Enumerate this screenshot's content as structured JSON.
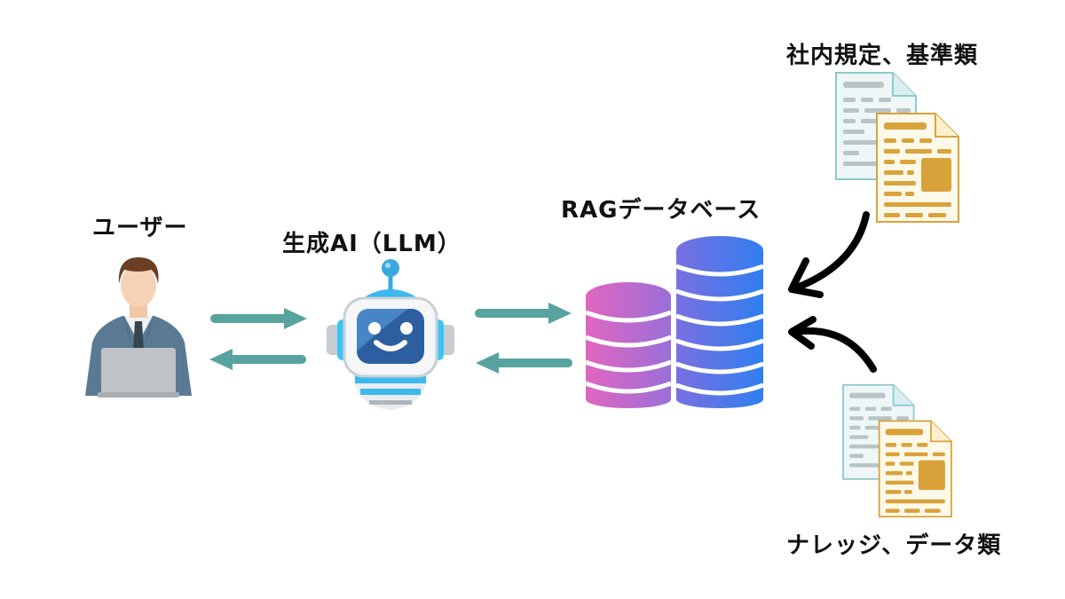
{
  "diagram": {
    "title": "",
    "nodes": {
      "user": {
        "label": "ユーザー",
        "icon": "user-with-laptop-icon"
      },
      "llm": {
        "label": "生成AI（LLM）",
        "icon": "robot-icon"
      },
      "rag": {
        "label": "RAGデータベース",
        "icon": "database-stack-icon"
      },
      "rules": {
        "label": "社内規定、基準類",
        "icon": "documents-icon"
      },
      "knowledge": {
        "label": "ナレッジ、データ類",
        "icon": "documents-icon"
      }
    },
    "edges": [
      {
        "from": "user",
        "to": "llm",
        "style": "teal-arrow"
      },
      {
        "from": "llm",
        "to": "user",
        "style": "teal-arrow"
      },
      {
        "from": "llm",
        "to": "rag",
        "style": "teal-arrow"
      },
      {
        "from": "rag",
        "to": "llm",
        "style": "teal-arrow"
      },
      {
        "from": "rules",
        "to": "rag",
        "style": "black-curved-arrow"
      },
      {
        "from": "knowledge",
        "to": "rag",
        "style": "black-curved-arrow"
      }
    ],
    "colors": {
      "arrow_teal": "#57a3a0",
      "doc_back": "#eef6f8",
      "doc_back_border": "#8ccaca",
      "doc_front": "#fdf9e9",
      "doc_front_accent": "#d9a23a",
      "db_small_start": "#e066c0",
      "db_small_end": "#9a6fd8",
      "db_large_start": "#7a6fe0",
      "db_large_end": "#2f7ff0"
    }
  }
}
